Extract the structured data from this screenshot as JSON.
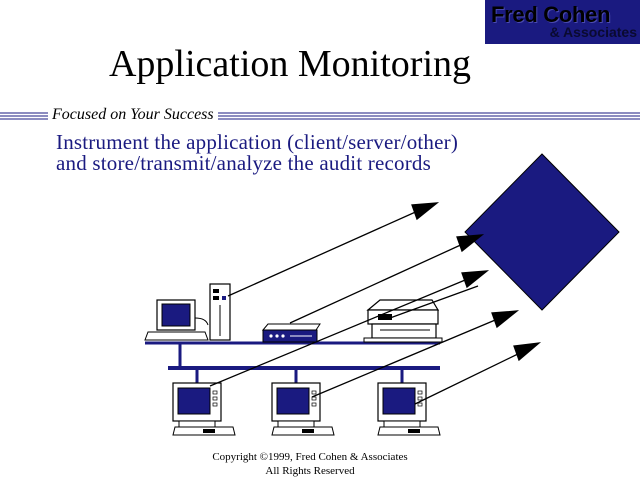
{
  "header": {
    "logo_name": "Fred Cohen",
    "logo_sub": "& Associates",
    "title": "Application Monitoring",
    "tagline": "Focused on Your Success"
  },
  "body": {
    "line1": "Instrument the application (client/server/other)",
    "line2": "and store/transmit/analyze the audit records"
  },
  "footer": {
    "copyright_line1": "Copyright ©1999, Fred Cohen & Associates",
    "copyright_line2": "All Rights Reserved"
  },
  "colors": {
    "navy": "#1a1a80",
    "black": "#000000",
    "white": "#ffffff"
  }
}
